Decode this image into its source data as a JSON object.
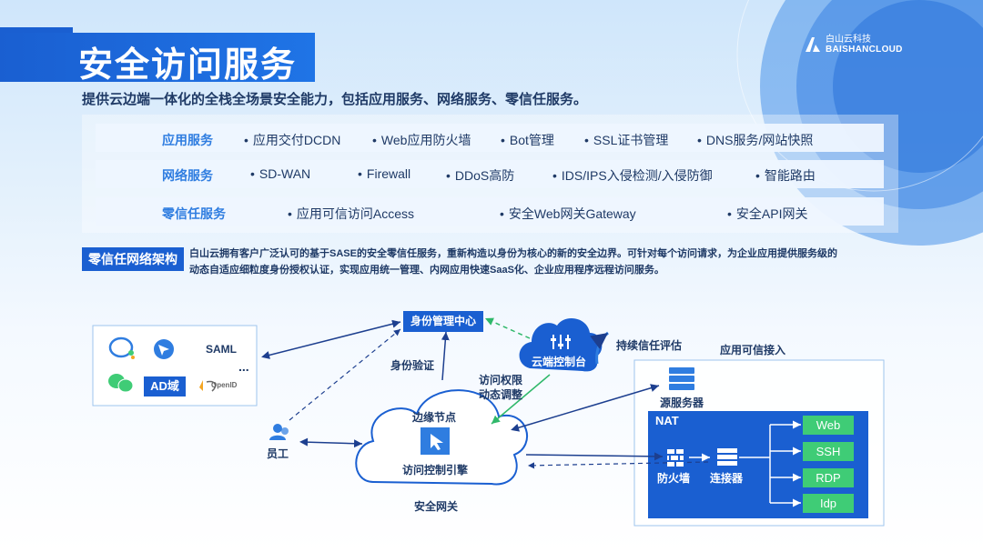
{
  "header": {
    "title": "安全访问服务",
    "brand_cn": "白山云科技",
    "brand_en": "BAISHANCLOUD"
  },
  "subtitle": "提供云边端一体化的全栈全场景安全能力，包括应用服务、网络服务、零信任服务。",
  "services": [
    {
      "label": "应用服务",
      "items": [
        "应用交付DCDN",
        "Web应用防火墙",
        "Bot管理",
        "SSL证书管理",
        "DNS服务/网站快照"
      ]
    },
    {
      "label": "网络服务",
      "items": [
        "SD-WAN",
        "Firewall",
        "DDoS高防",
        "IDS/IPS入侵检测/入侵防御",
        "智能路由"
      ]
    },
    {
      "label": "零信任服务",
      "items": [
        "应用可信访问Access",
        "安全Web网关Gateway",
        "安全API网关"
      ]
    }
  ],
  "zero_trust": {
    "badge": "零信任网络架构",
    "desc_line1": "白山云拥有客户广泛认可的基于SASE的安全零信任服务，重新构造以身份为核心的新的安全边界。可针对每个访问请求，为企业应用提供服务级的",
    "desc_line2": "动态自适应细粒度身份授权认证，实现应用统一管理、内网应用快速SaaS化、企业应用程序远程访问服务。"
  },
  "diagram": {
    "idp": {
      "saml": "SAML",
      "ellipsis": "...",
      "ad": "AD域",
      "openid": "OpenID"
    },
    "identity_center": "身份管理中心",
    "identity_verify": "身份验证",
    "access_adjust_1": "访问权限",
    "access_adjust_2": "动态调整",
    "cloud_console": "云端控制台",
    "continuous_eval": "持续信任评估",
    "trusted_access": "应用可信接入",
    "employee": "员工",
    "edge_node": "边缘节点",
    "access_engine": "访问控制引擎",
    "secure_gateway": "安全网关",
    "origin_server": "源服务器",
    "nat": "NAT",
    "firewall": "防火墙",
    "connector": "连接器",
    "apps": [
      "Web",
      "SSH",
      "RDP",
      "Idp"
    ]
  },
  "colors": {
    "primary": "#1a5fd1",
    "accent": "#2f7de0",
    "text": "#1f3a66",
    "green": "#3fcc76",
    "arrow": "#1d3f8f",
    "dashed_green": "#2fb86a"
  }
}
